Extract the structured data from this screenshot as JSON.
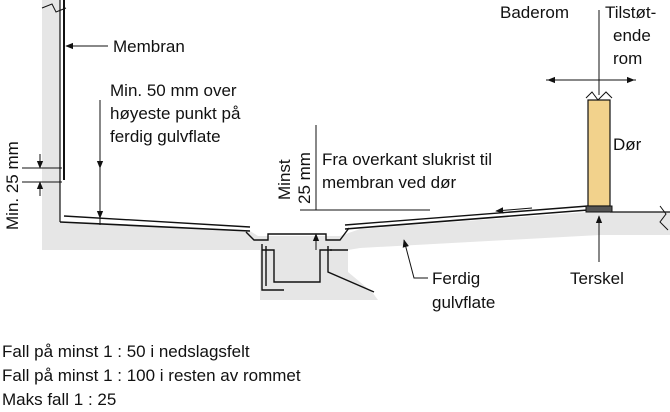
{
  "labels": {
    "membran": "Membran",
    "min50_line1": "Min. 50 mm over",
    "min50_line2": "høyeste punkt på",
    "min50_line3": "ferdig gulvflate",
    "min25": "Min. 25 mm",
    "minst_line1": "Minst",
    "minst_line2": "25 mm",
    "fra_line1": "Fra overkant slukrist til",
    "fra_line2": "membran ved dør",
    "baderom": "Baderom",
    "tilstot_line1": "Tilstøt-",
    "tilstot_line2": "ende",
    "tilstot_line3": "rom",
    "dor": "Dør",
    "ferdig_line1": "Ferdig",
    "ferdig_line2": "gulvflate",
    "terskel": "Terskel"
  },
  "notes": [
    "Fall på minst 1 : 50 i nedslagsfelt",
    "Fall på minst 1 : 100 i resten av rommet",
    "Maks fall 1 : 25"
  ],
  "colors": {
    "floor": "#e6e6e6",
    "door": "#f2d28c",
    "line": "#111111"
  }
}
